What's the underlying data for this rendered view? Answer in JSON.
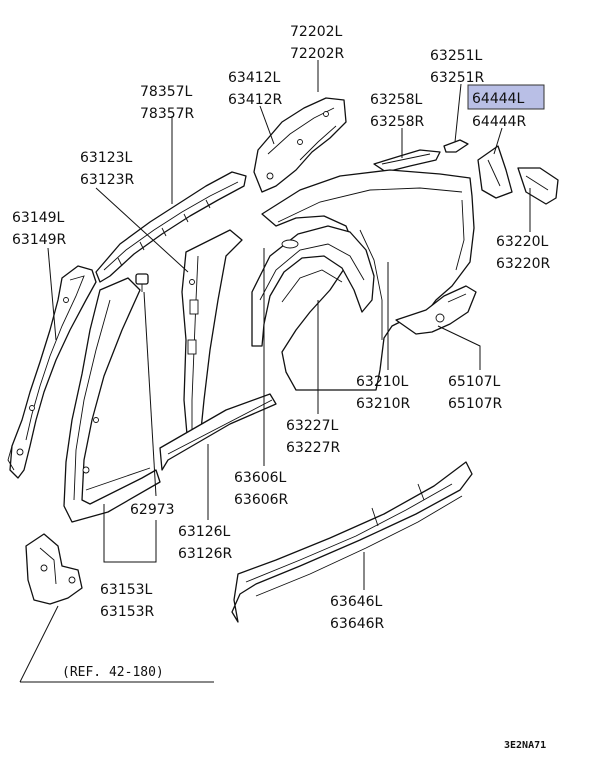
{
  "parts": [
    {
      "id": "p72202",
      "left": "72202L",
      "right": "72202R"
    },
    {
      "id": "p63412",
      "left": "63412L",
      "right": "63412R"
    },
    {
      "id": "p78357",
      "left": "78357L",
      "right": "78357R"
    },
    {
      "id": "p63251",
      "left": "63251L",
      "right": "63251R"
    },
    {
      "id": "p63258",
      "left": "63258L",
      "right": "63258R"
    },
    {
      "id": "p64444",
      "left": "64444L",
      "right": "64444R",
      "highlighted": true
    },
    {
      "id": "p63123",
      "left": "63123L",
      "right": "63123R"
    },
    {
      "id": "p63149",
      "left": "63149L",
      "right": "63149R"
    },
    {
      "id": "p63220",
      "left": "63220L",
      "right": "63220R"
    },
    {
      "id": "p63210",
      "left": "63210L",
      "right": "63210R"
    },
    {
      "id": "p65107",
      "left": "65107L",
      "right": "65107R"
    },
    {
      "id": "p63227",
      "left": "63227L",
      "right": "63227R"
    },
    {
      "id": "p63606",
      "left": "63606L",
      "right": "63606R"
    },
    {
      "id": "p62973",
      "single": "62973"
    },
    {
      "id": "p63126",
      "left": "63126L",
      "right": "63126R"
    },
    {
      "id": "p63153",
      "left": "63153L",
      "right": "63153R"
    },
    {
      "id": "p63646",
      "left": "63646L",
      "right": "63646R"
    }
  ],
  "reference": "(REF. 42-180)",
  "diagram_code": "3E2NA71",
  "highlight_color": "#b9bfe6"
}
